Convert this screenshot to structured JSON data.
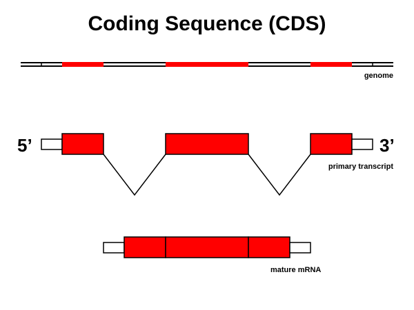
{
  "title": "Coding Sequence (CDS)",
  "labels": {
    "genome": "genome",
    "primary_transcript": "primary transcript",
    "mature_mrna": "mature mRNA",
    "five_prime": "5’",
    "three_prime": "3’"
  },
  "colors": {
    "exon": "#ff0000",
    "utr": "#ffffff",
    "outline": "#000000"
  }
}
